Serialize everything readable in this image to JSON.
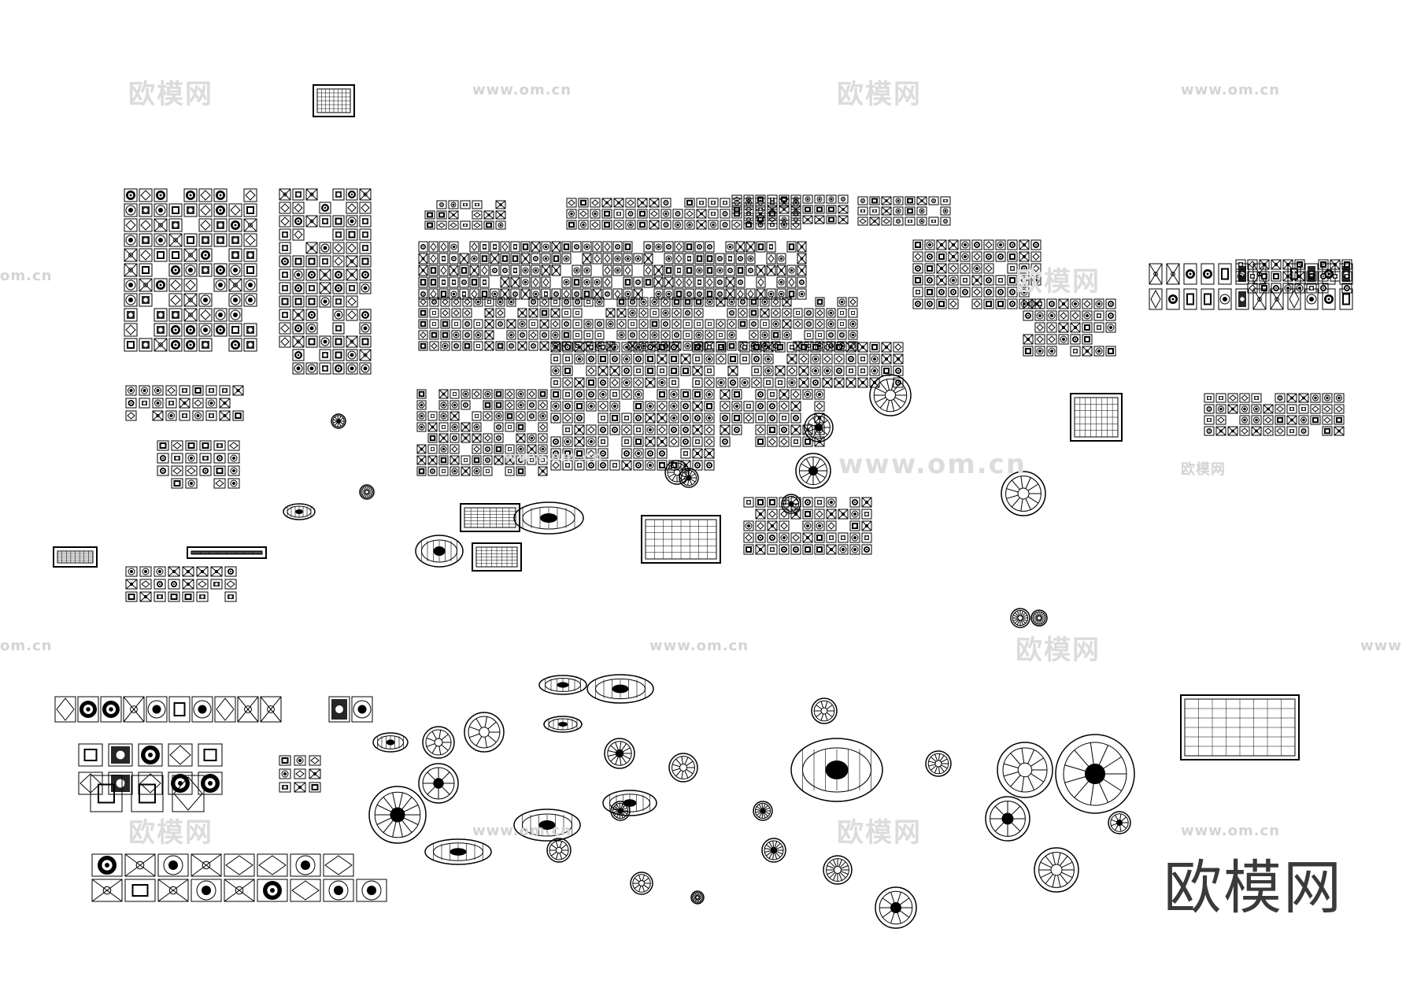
{
  "watermarks": [
    {
      "text": "欧模网"
    },
    {
      "text": "www.om.cn"
    },
    {
      "text": "欧模网"
    },
    {
      "text": "www.om.cn"
    },
    {
      "text": "om.cn"
    },
    {
      "text": "欧模网"
    },
    {
      "text": "www.om.cn"
    },
    {
      "text": "欧模网"
    },
    {
      "text": "www.om.cn"
    },
    {
      "text": "om.cn"
    },
    {
      "text": "www.om.cn"
    },
    {
      "text": "欧模网"
    },
    {
      "text": "www"
    },
    {
      "text": "欧模网"
    },
    {
      "text": "www.om.cn"
    },
    {
      "text": "欧模网"
    },
    {
      "text": "www.om.cn"
    }
  ],
  "logo": {
    "text": "欧模网"
  },
  "colors": {
    "ink": "#000000",
    "watermark": "#d9d9d9",
    "logo": "#3a3a3a",
    "background": "#ffffff"
  }
}
